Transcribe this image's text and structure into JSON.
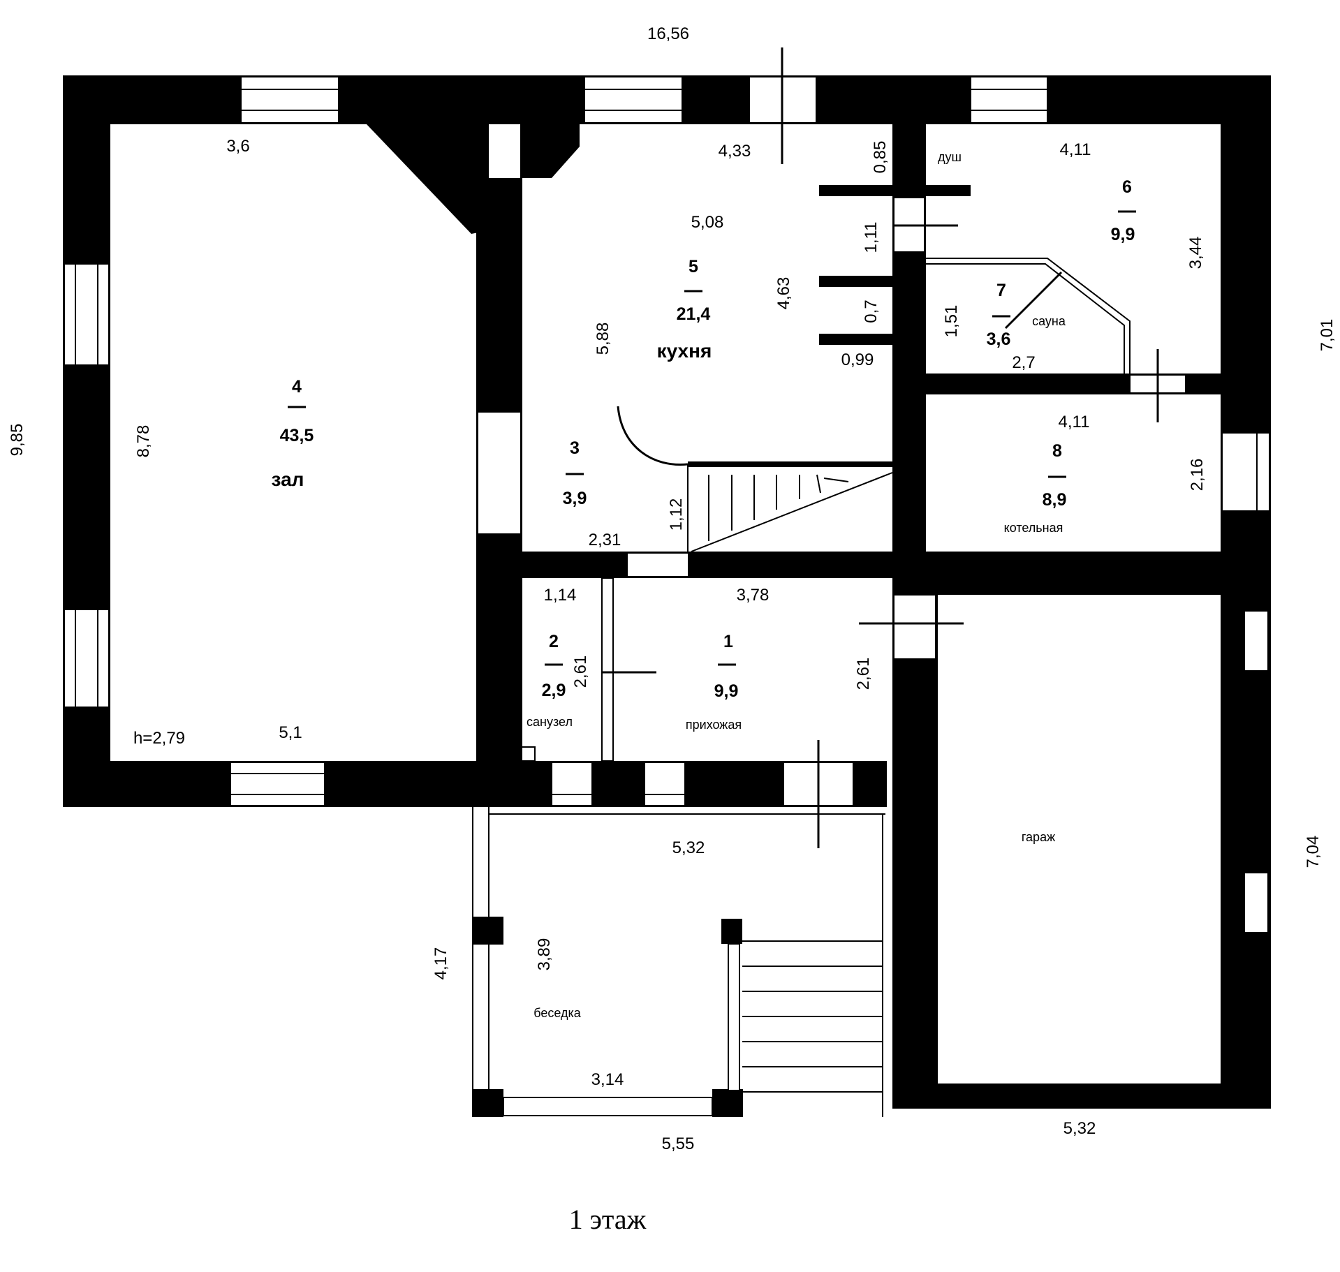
{
  "caption": "1 этаж",
  "rooms": [
    {
      "num": "1",
      "area": "9,9",
      "name": "прихожая"
    },
    {
      "num": "2",
      "area": "2,9",
      "name": "санузел"
    },
    {
      "num": "3",
      "area": "3,9",
      "name": ""
    },
    {
      "num": "4",
      "area": "43,5",
      "name": "зал"
    },
    {
      "num": "5",
      "area": "21,4",
      "name": "кухня"
    },
    {
      "num": "6",
      "area": "9,9",
      "name": ""
    },
    {
      "num": "7",
      "area": "3,6",
      "name": "сауна"
    },
    {
      "num": "8",
      "area": "8,9",
      "name": "котельная"
    }
  ],
  "other_labels": {
    "shower": "душ",
    "garage": "гараж",
    "gazebo": "беседка",
    "height": "h=2,79"
  },
  "dimensions": {
    "top_total": "16,56",
    "left_total": "9,85",
    "right_upper": "7,01",
    "right_lower": "7,04",
    "bottom_gazebo": "5,55",
    "bottom_garage": "5,32",
    "zal_top": "3,6",
    "zal_left": "8,78",
    "zal_bottom": "5,1",
    "kitchen_top": "4,33",
    "kitchen_inner": "5,08",
    "kitchen_right": "4,63",
    "kitchen_left": "5,88",
    "d_085": "0,85",
    "d_111": "1,11",
    "d_07": "0,7",
    "d_099": "0,99",
    "r6_top": "4,11",
    "r6_right": "3,44",
    "r7_left": "1,51",
    "r7_bottom": "2,7",
    "r8_top": "4,11",
    "r8_right": "2,16",
    "r3_bottom": "2,31",
    "stair_112": "1,12",
    "r2_top": "1,14",
    "r2_side": "2,61",
    "r1_top": "3,78",
    "r1_right": "2,61",
    "gazebo_top": "5,32",
    "gazebo_inner_h": "3,89",
    "gazebo_left": "4,17",
    "gazebo_bottom": "3,14"
  }
}
